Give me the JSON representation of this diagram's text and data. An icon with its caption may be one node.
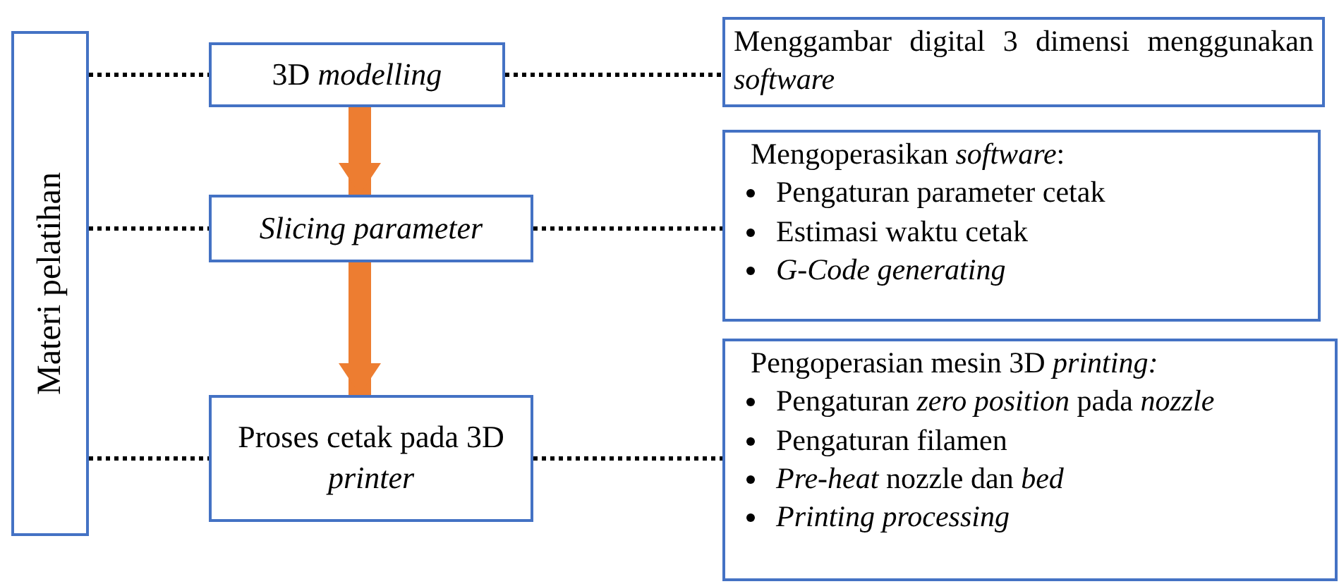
{
  "diagram": {
    "nodes": [
      {
        "text": [
          "Materi pelatihan"
        ]
      },
      {
        "text": [
          "3D *modelling*"
        ]
      },
      {
        "text": [
          "*Slicing parameter*"
        ]
      },
      {
        "text": [
          "Proses cetak pada 3D *printer*"
        ]
      },
      {
        "text": [
          "Menggambar digital 3 dimensi menggunakan *software*"
        ]
      },
      {
        "text": [
          "Mengoperasikan *software*:",
          "Pengaturan parameter cetak",
          "Estimasi waktu cetak",
          "*G-Code generating*"
        ]
      },
      {
        "text": [
          "Pengoperasian mesin 3D *printing:*",
          "Pengaturan *zero position* pada *nozzle*",
          "Pengaturan filamen",
          "*Pre-heat* nozzle dan *bed*",
          "*Printing processing*"
        ]
      }
    ],
    "edges": [
      {
        "from": 0,
        "to": 1,
        "arrow": "none",
        "style": "dashed"
      },
      {
        "from": 0,
        "to": 2,
        "arrow": "none",
        "style": "dashed"
      },
      {
        "from": 0,
        "to": 3,
        "arrow": "none",
        "style": "dashed"
      },
      {
        "from": 1,
        "to": 4,
        "arrow": "none",
        "style": "dashed"
      },
      {
        "from": 2,
        "to": 5,
        "arrow": "none",
        "style": "dashed"
      },
      {
        "from": 3,
        "to": 6,
        "arrow": "none",
        "style": "dashed"
      },
      {
        "from": 1,
        "to": 2,
        "arrow": "to",
        "style": "thick",
        "color": "#ed7d31"
      },
      {
        "from": 2,
        "to": 3,
        "arrow": "to",
        "style": "thick",
        "color": "#ed7d31"
      }
    ]
  }
}
